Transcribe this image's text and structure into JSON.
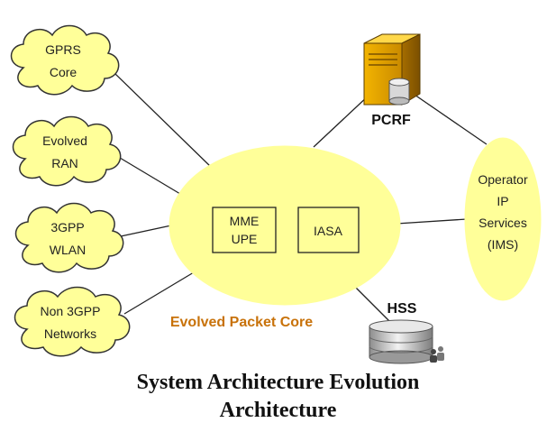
{
  "colors": {
    "fill": "#ffff99",
    "stroke": "#333333",
    "core_label": "#c8720a"
  },
  "clouds": [
    {
      "id": "gprs",
      "lines": [
        "GPRS",
        "Core"
      ]
    },
    {
      "id": "evolved-ran",
      "lines": [
        "Evolved",
        "RAN"
      ]
    },
    {
      "id": "3gpp-wlan",
      "lines": [
        "3GPP",
        "WLAN"
      ]
    },
    {
      "id": "non3gpp",
      "lines": [
        "Non 3GPP",
        "Networks"
      ]
    }
  ],
  "core": {
    "label": "Evolved Packet Core",
    "box1": [
      "MME",
      "UPE"
    ],
    "box2": "IASA"
  },
  "pcrf": {
    "label": "PCRF",
    "icon": "server-icon"
  },
  "hss": {
    "label": "HSS",
    "icon": "database-icon"
  },
  "operator": {
    "lines": [
      "Operator",
      "IP",
      "Services",
      "(IMS)"
    ]
  },
  "caption": [
    "System Architecture Evolution",
    "Architecture"
  ]
}
